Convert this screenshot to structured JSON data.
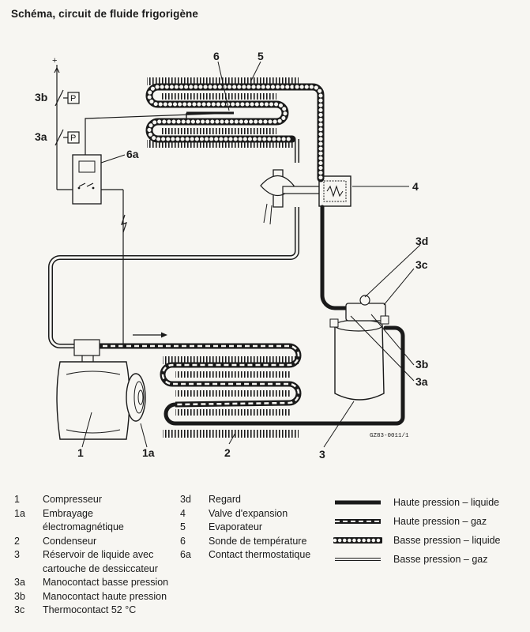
{
  "title": "Schéma, circuit de fluide frigorigène",
  "figure_code": "GZ83-0011/1",
  "diagram_labels": {
    "plus": "+",
    "p": "P",
    "l1": "1",
    "l1a": "1a",
    "l2": "2",
    "l3": "3",
    "l3a": "3a",
    "l3b": "3b",
    "l3c": "3c",
    "l3d": "3d",
    "l4": "4",
    "l5": "5",
    "l6": "6",
    "l6a": "6a",
    "s3b": "3b",
    "s3a": "3a"
  },
  "legend_left": [
    {
      "num": "1",
      "text": "Compresseur"
    },
    {
      "num": "1a",
      "text": "Embrayage"
    },
    {
      "num": "",
      "text": "électromagnétique"
    },
    {
      "num": "2",
      "text": "Condenseur"
    },
    {
      "num": "3",
      "text": "Réservoir de liquide avec"
    },
    {
      "num": "",
      "text": "cartouche de dessiccateur"
    },
    {
      "num": "3a",
      "text": "Manocontact basse pression"
    },
    {
      "num": "3b",
      "text": "Manocontact haute pression"
    },
    {
      "num": "3c",
      "text": "Thermocontact 52 °C"
    }
  ],
  "legend_mid": [
    {
      "num": "3d",
      "text": "Regard"
    },
    {
      "num": "4",
      "text": "Valve d'expansion"
    },
    {
      "num": "5",
      "text": "Evaporateur"
    },
    {
      "num": "6",
      "text": "Sonde de température"
    },
    {
      "num": "6a",
      "text": "Contact thermostatique"
    }
  ],
  "line_legend": [
    {
      "style": "solid-thick",
      "text": "Haute pression – liquide"
    },
    {
      "style": "dashed-thick",
      "text": "Haute pression – gaz"
    },
    {
      "style": "dotted-thick",
      "text": "Basse pression – liquide"
    },
    {
      "style": "thin-double",
      "text": "Basse pression – gaz"
    }
  ]
}
